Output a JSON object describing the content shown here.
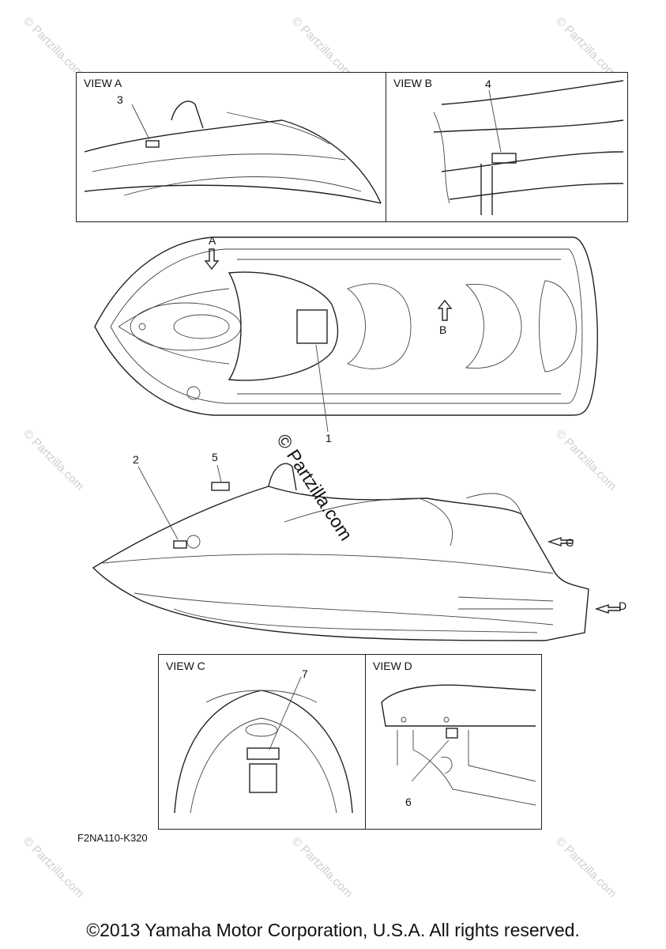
{
  "views": {
    "a": "VIEW A",
    "b": "VIEW B",
    "c": "VIEW C",
    "d": "VIEW D"
  },
  "view_markers": {
    "a": "A",
    "b": "B",
    "c": "C",
    "d": "D"
  },
  "callouts": [
    "1",
    "2",
    "3",
    "4",
    "5",
    "6",
    "7"
  ],
  "part_code": "F2NA110-K320",
  "copyright": "©2013 Yamaha Motor Corporation, U.S.A. All rights reserved.",
  "watermark": "© Partzilla.com"
}
